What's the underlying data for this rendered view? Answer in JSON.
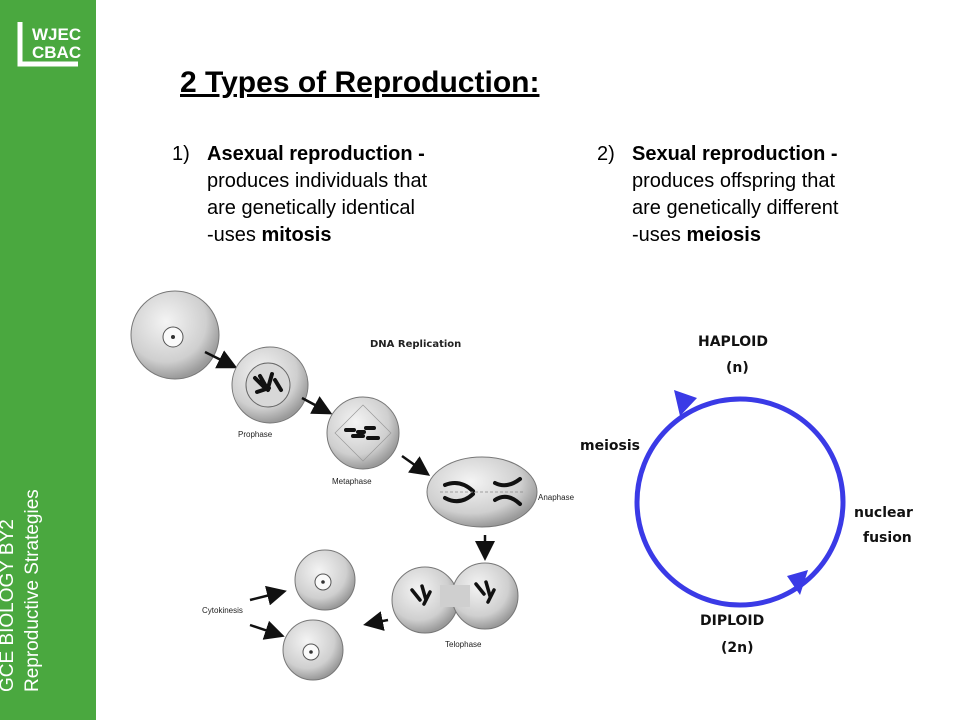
{
  "sidebar": {
    "bg_color": "#4aa83f",
    "logo": {
      "line1": "WJEC",
      "line2": "CBAC"
    },
    "course": "GCE BIOLOGY BY2",
    "topic": "Reproductive Strategies"
  },
  "title": "2 Types of Reproduction:",
  "items": [
    {
      "num": "1)",
      "heading": "Asexual reproduction -",
      "lines": [
        "produces individuals that",
        "are genetically identical"
      ],
      "uses_prefix": "-uses ",
      "uses_term": "mitosis"
    },
    {
      "num": "2)",
      "heading": "Sexual reproduction -",
      "lines": [
        "produces offspring that",
        "are genetically different"
      ],
      "uses_prefix": "-uses ",
      "uses_term": "meiosis"
    }
  ],
  "mitosis_diagram": {
    "title": "DNA Replication",
    "stages": [
      "Prophase",
      "Metaphase",
      "Anaphase",
      "Telophase",
      "Cytokinesis"
    ]
  },
  "life_cycle": {
    "color": "#3a3ae6",
    "top_label": "HAPLOID",
    "top_sub": "(n)",
    "bottom_label": "DIPLOID",
    "bottom_sub": "(2n)",
    "left_label": "meiosis",
    "right_label_1": "nuclear",
    "right_label_2": "fusion"
  }
}
